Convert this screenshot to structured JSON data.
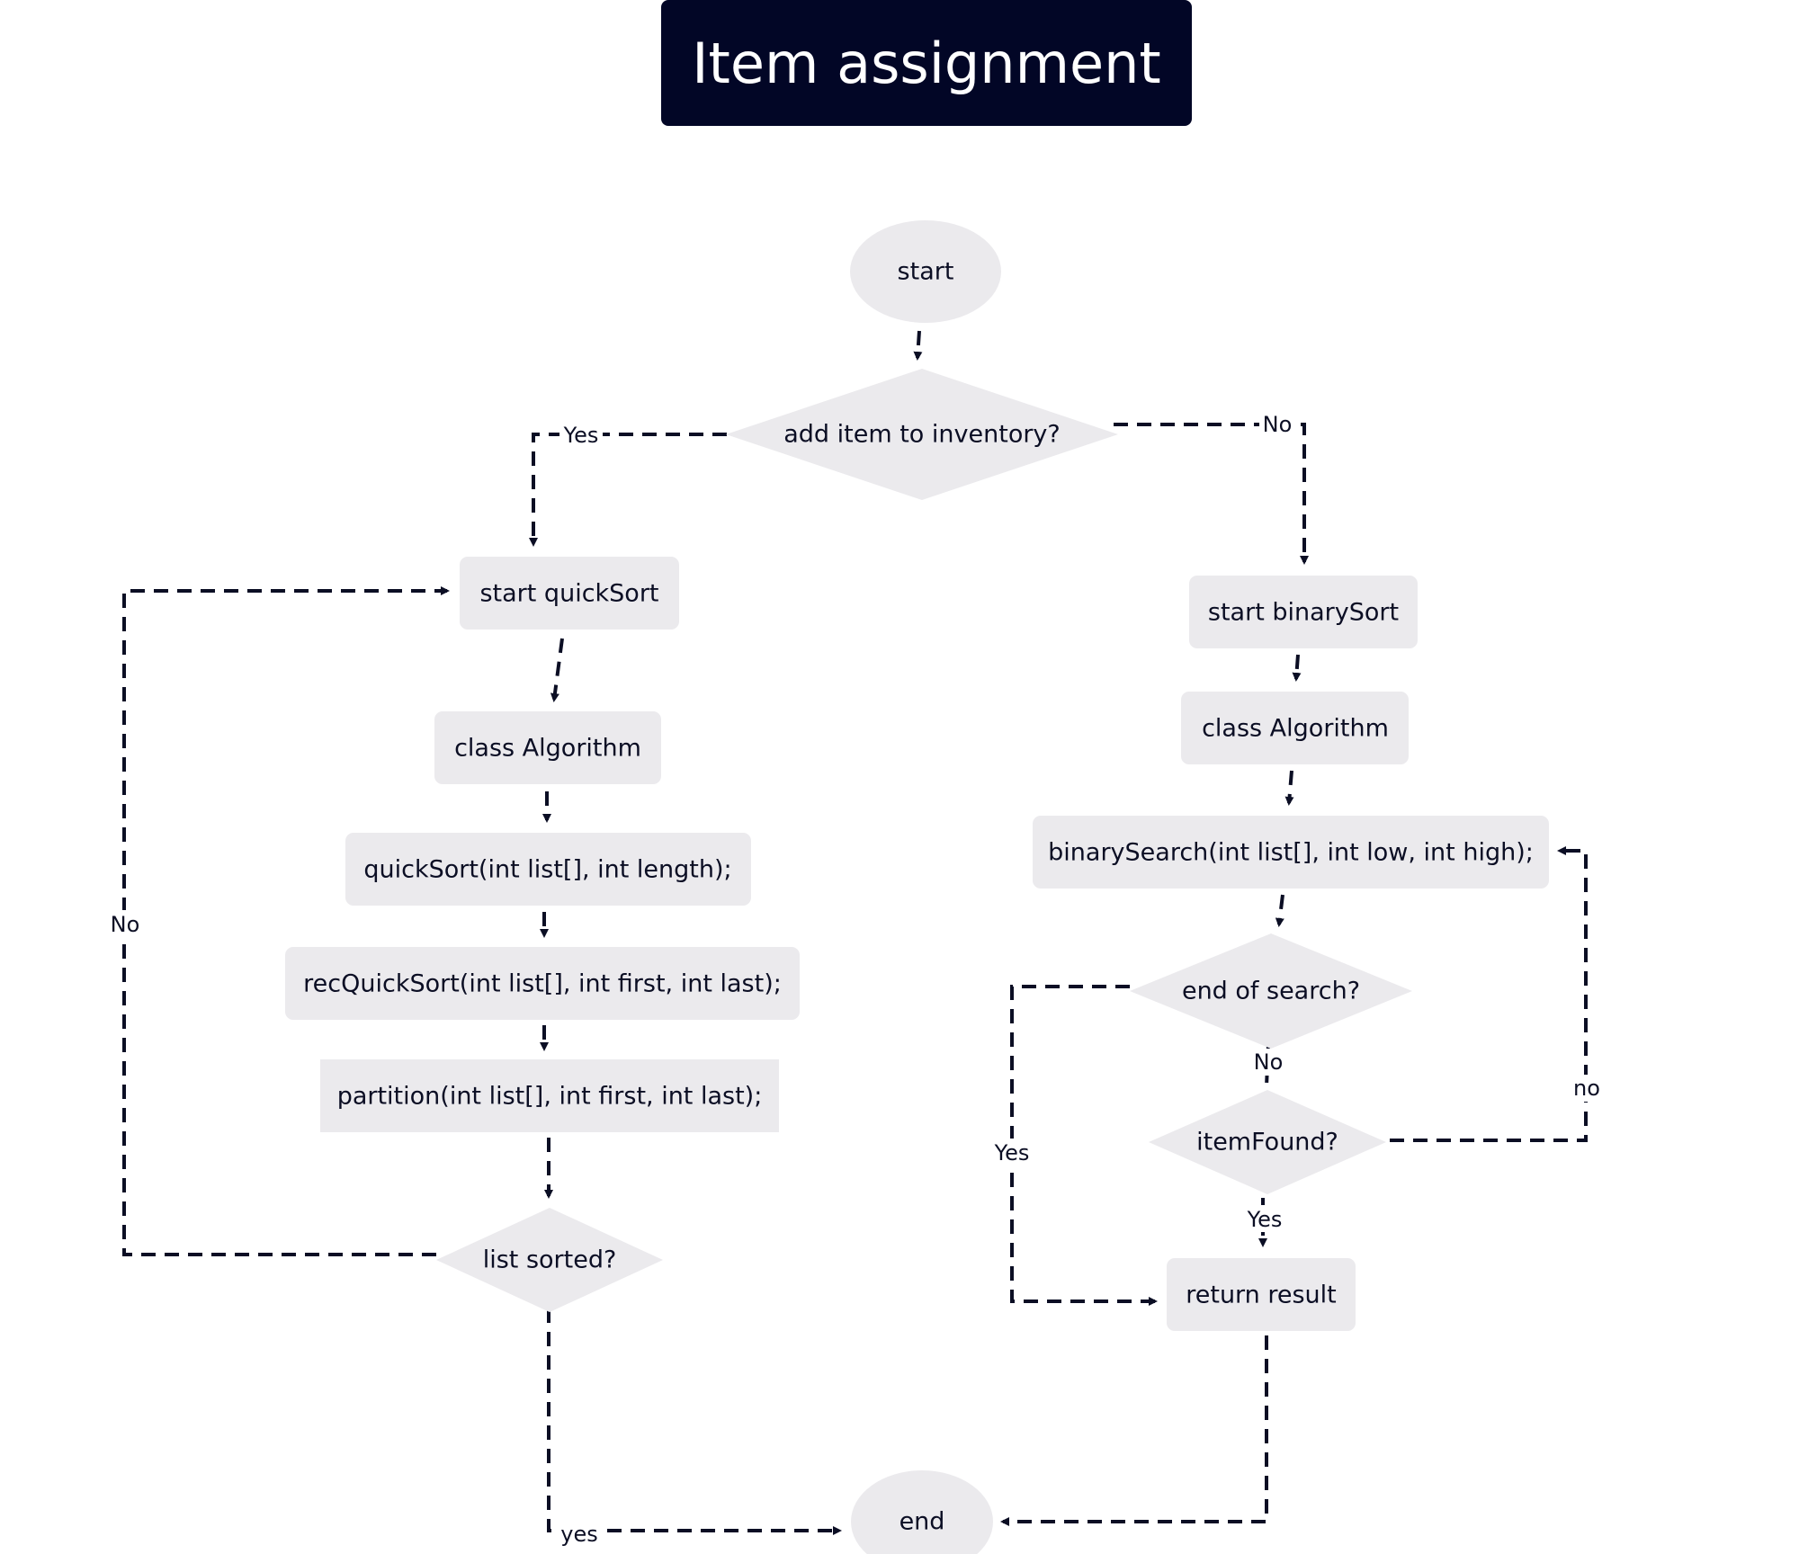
{
  "title": "Item assignment",
  "nodes": {
    "start": "start",
    "add_item": "add item to inventory?",
    "start_quicksort": "start quickSort",
    "class_algorithm_left": "class Algorithm",
    "quicksort_fn": "quickSort(int list[], int length);",
    "recquicksort_fn": "recQuickSort(int list[], int first, int last);",
    "partition_fn": "partition(int list[], int first, int last);",
    "list_sorted": "list sorted?",
    "start_binarysort": "start binarySort",
    "class_algorithm_right": "class Algorithm",
    "binarysearch_fn": "binarySearch(int list[], int low, int high);",
    "end_of_search": "end of search?",
    "item_found": "itemFound?",
    "return_result": "return result",
    "end": "end"
  },
  "edge_labels": {
    "add_yes": "Yes",
    "add_no": "No",
    "sorted_no": "No",
    "sorted_yes": "yes",
    "search_end_yes": "Yes",
    "search_end_no": "No",
    "found_no": "no",
    "found_yes": "Yes"
  },
  "colors": {
    "title_bg": "#020626",
    "node_fill": "#ebeaed",
    "line": "#0b0e24"
  }
}
